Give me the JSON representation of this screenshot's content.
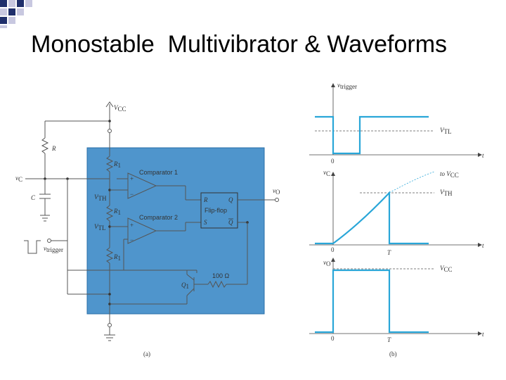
{
  "slide": {
    "title": "Monostable  Multivibrator & Waveforms"
  },
  "circuit": {
    "vcc": "V",
    "vcc_sub": "CC",
    "r": "R",
    "r1_top": "R",
    "r1_top_sub": "1",
    "r1_mid": "R",
    "r1_mid_sub": "1",
    "r1_bot": "R",
    "r1_bot_sub": "1",
    "c": "C",
    "vc_in": "v",
    "vc_in_sub": "C",
    "vth": "V",
    "vth_sub": "TH",
    "vtl": "V",
    "vtl_sub": "TL",
    "comp1": "Comparator 1",
    "comp2": "Comparator 2",
    "ff_r": "R",
    "ff_q": "Q",
    "ff_label": "Flip-flop",
    "ff_s": "S",
    "ff_qbar": "Q",
    "vo": "v",
    "vo_sub": "O",
    "vtrigger": "v",
    "vtrigger_sub": "trigger",
    "q1": "Q",
    "q1_sub": "1",
    "r100": "100 Ω",
    "plus1": "+",
    "minus1": "−",
    "plus2": "+",
    "minus2": "−",
    "caption_a": "(a)"
  },
  "waveforms": {
    "trigger_label": "v",
    "trigger_sub": "trigger",
    "vtl": "V",
    "vtl_sub": "TL",
    "zero1": "0",
    "t1": "t",
    "vc_label": "v",
    "vc_sub": "C",
    "to_vcc": "to V",
    "to_vcc_sub": "CC",
    "vth": "V",
    "vth_sub": "TH",
    "zero2": "0",
    "T2": "T",
    "t2": "t",
    "vo_label": "v",
    "vo_sub": "O",
    "vcc": "V",
    "vcc_sub": "CC",
    "zero3": "0",
    "T3": "T",
    "t3": "t",
    "caption_b": "(b)"
  },
  "colors": {
    "blue_box": "#4f95cc",
    "waveform": "#29a6d8",
    "corner_dark": "#1f2f6b",
    "corner_light": "#b8b8d8"
  }
}
